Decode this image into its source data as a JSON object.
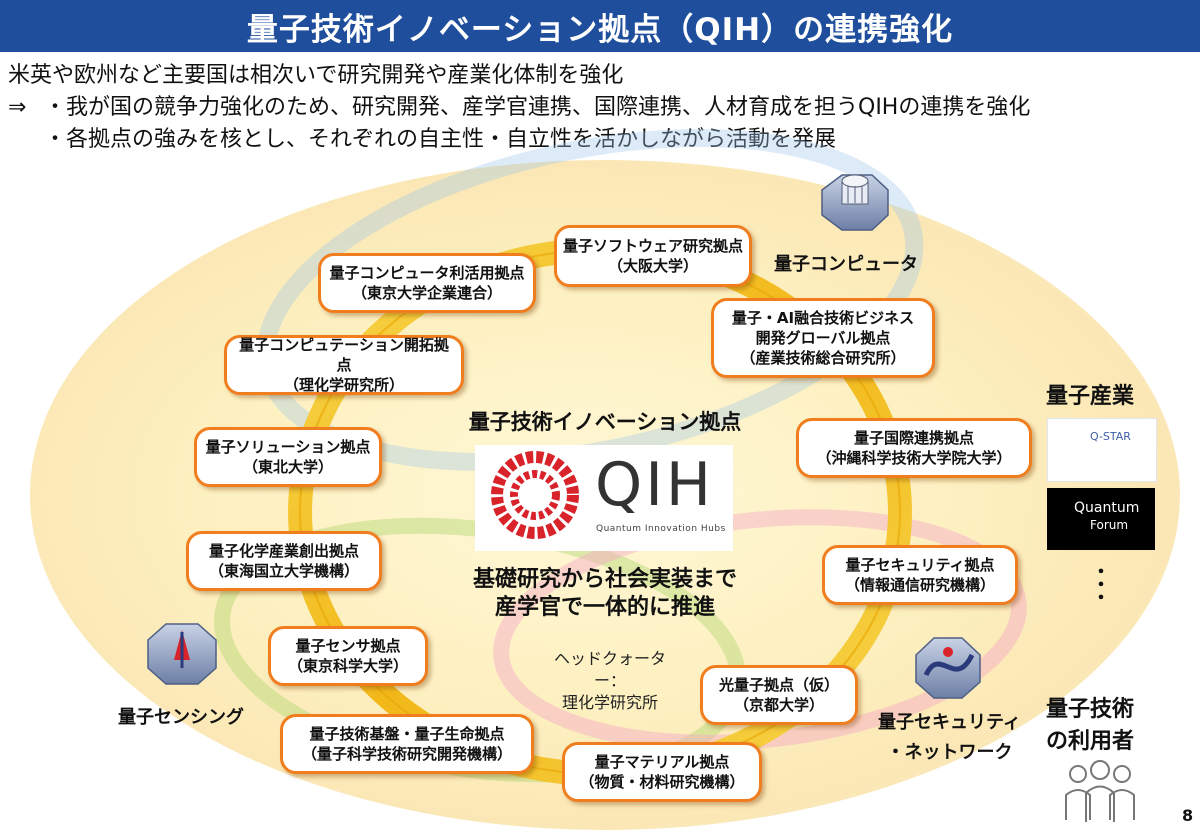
{
  "title": "量子技術イノベーション拠点（QIH）の連携強化",
  "intro": {
    "line1": "米英や欧州など主要国は相次いで研究開発や産業化体制を強化",
    "arrow": "⇒",
    "line2": "・我が国の競争力強化のため、研究開発、産学官連携、国際連携、人材育成を担うQIHの連携を強化",
    "line3": "・各拠点の強みを核とし、それぞれの自主性・自立性を活かしながら活動を発展"
  },
  "hubs": [
    {
      "name": "量子ソフトウェア研究拠点",
      "org": "（大阪大学）"
    },
    {
      "name": "量子コンピュータ利活用拠点",
      "org": "（東京大学企業連合）"
    },
    {
      "name": "量子・AI融合技術ビジネス",
      "name2": "開発グローバル拠点",
      "org": "（産業技術総合研究所）"
    },
    {
      "name": "量子コンピュテーション開拓拠点",
      "org": "（理化学研究所）"
    },
    {
      "name": "量子国際連携拠点",
      "org": "（沖縄科学技術大学院大学）"
    },
    {
      "name": "量子ソリューション拠点",
      "org": "（東北大学）"
    },
    {
      "name": "量子化学産業創出拠点",
      "org": "（東海国立大学機構）"
    },
    {
      "name": "量子セキュリティ拠点",
      "org": "（情報通信研究機構）"
    },
    {
      "name": "量子センサ拠点",
      "org": "（東京科学大学）"
    },
    {
      "name": "光量子拠点（仮）",
      "org": "（京都大学）"
    },
    {
      "name": "量子技術基盤・量子生命拠点",
      "org": "（量子科学技術研究開発機構）"
    },
    {
      "name": "量子マテリアル拠点",
      "org": "（物質・材料研究機構）"
    }
  ],
  "center": {
    "title": "量子技術イノベーション拠点",
    "logo": "QIH",
    "logo_sub": "Quantum Innovation Hubs",
    "slogan1": "基礎研究から社会実装まで",
    "slogan2": "産学官で一体的に推進",
    "hq1": "ヘッドクォーター：",
    "hq2": "理化学研究所"
  },
  "domains": {
    "computer": "量子コンピュータ",
    "sensing": "量子センシング",
    "security1": "量子セキュリティ",
    "security2": "・ネットワーク"
  },
  "industry": {
    "label": "量子産業",
    "qstar": "Q-STAR",
    "qf1": "Quantum",
    "qf2": "Forum",
    "dots": "・\n・\n・"
  },
  "users": {
    "line1": "量子技術",
    "line2": "の利用者"
  },
  "page_number": "8",
  "colors": {
    "title_bg": "#1f4e9c",
    "hub_border": "#f07d1e",
    "ring": "#f2c21b",
    "logo_red": "#d8232a"
  }
}
